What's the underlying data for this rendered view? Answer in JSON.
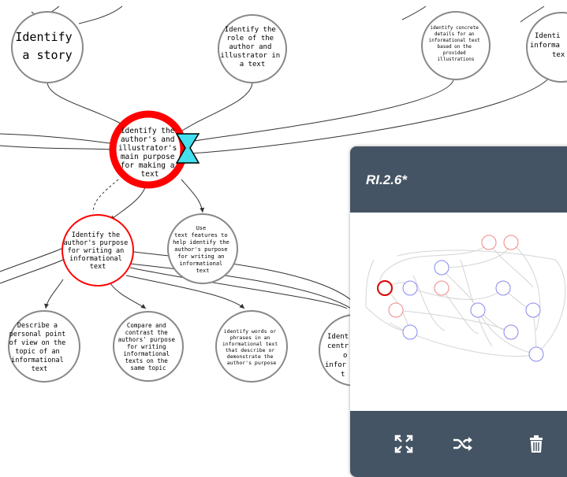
{
  "graph": {
    "nodes": {
      "story": "Identify a story",
      "role": "Identify the role of the author and illustrator in a text",
      "concrete": "Identify concrete details for an informational text based on the provided illustrations",
      "info_partial": "Identi informa tex",
      "main": "Identify the author's and illustrator's main purpose for making a text",
      "purpose_info": "Identify the author's purpose for writing an informational text",
      "features": "Use text features to help identify the author's purpose for writing an informational text",
      "describe": "Describe a personal point of view on the topic of an informational text",
      "compare": "Compare and contrast the authors' purpose for writing informational texts on the same topic",
      "words": "Identify words or phrases in an informational text that describe or demonstrate the author's purpose",
      "central_partial": "Ident centr o infor t"
    },
    "colors": {
      "selected_ring": "#ff0000",
      "node_border": "#888888",
      "red_border": "#ff0000",
      "cursor": "#44e0ee"
    }
  },
  "panel": {
    "title": "RI.2.6*",
    "header_color": "#455464",
    "tools": {
      "expand": "expand-icon",
      "shuffle": "shuffle-icon",
      "delete": "trash-icon"
    }
  }
}
